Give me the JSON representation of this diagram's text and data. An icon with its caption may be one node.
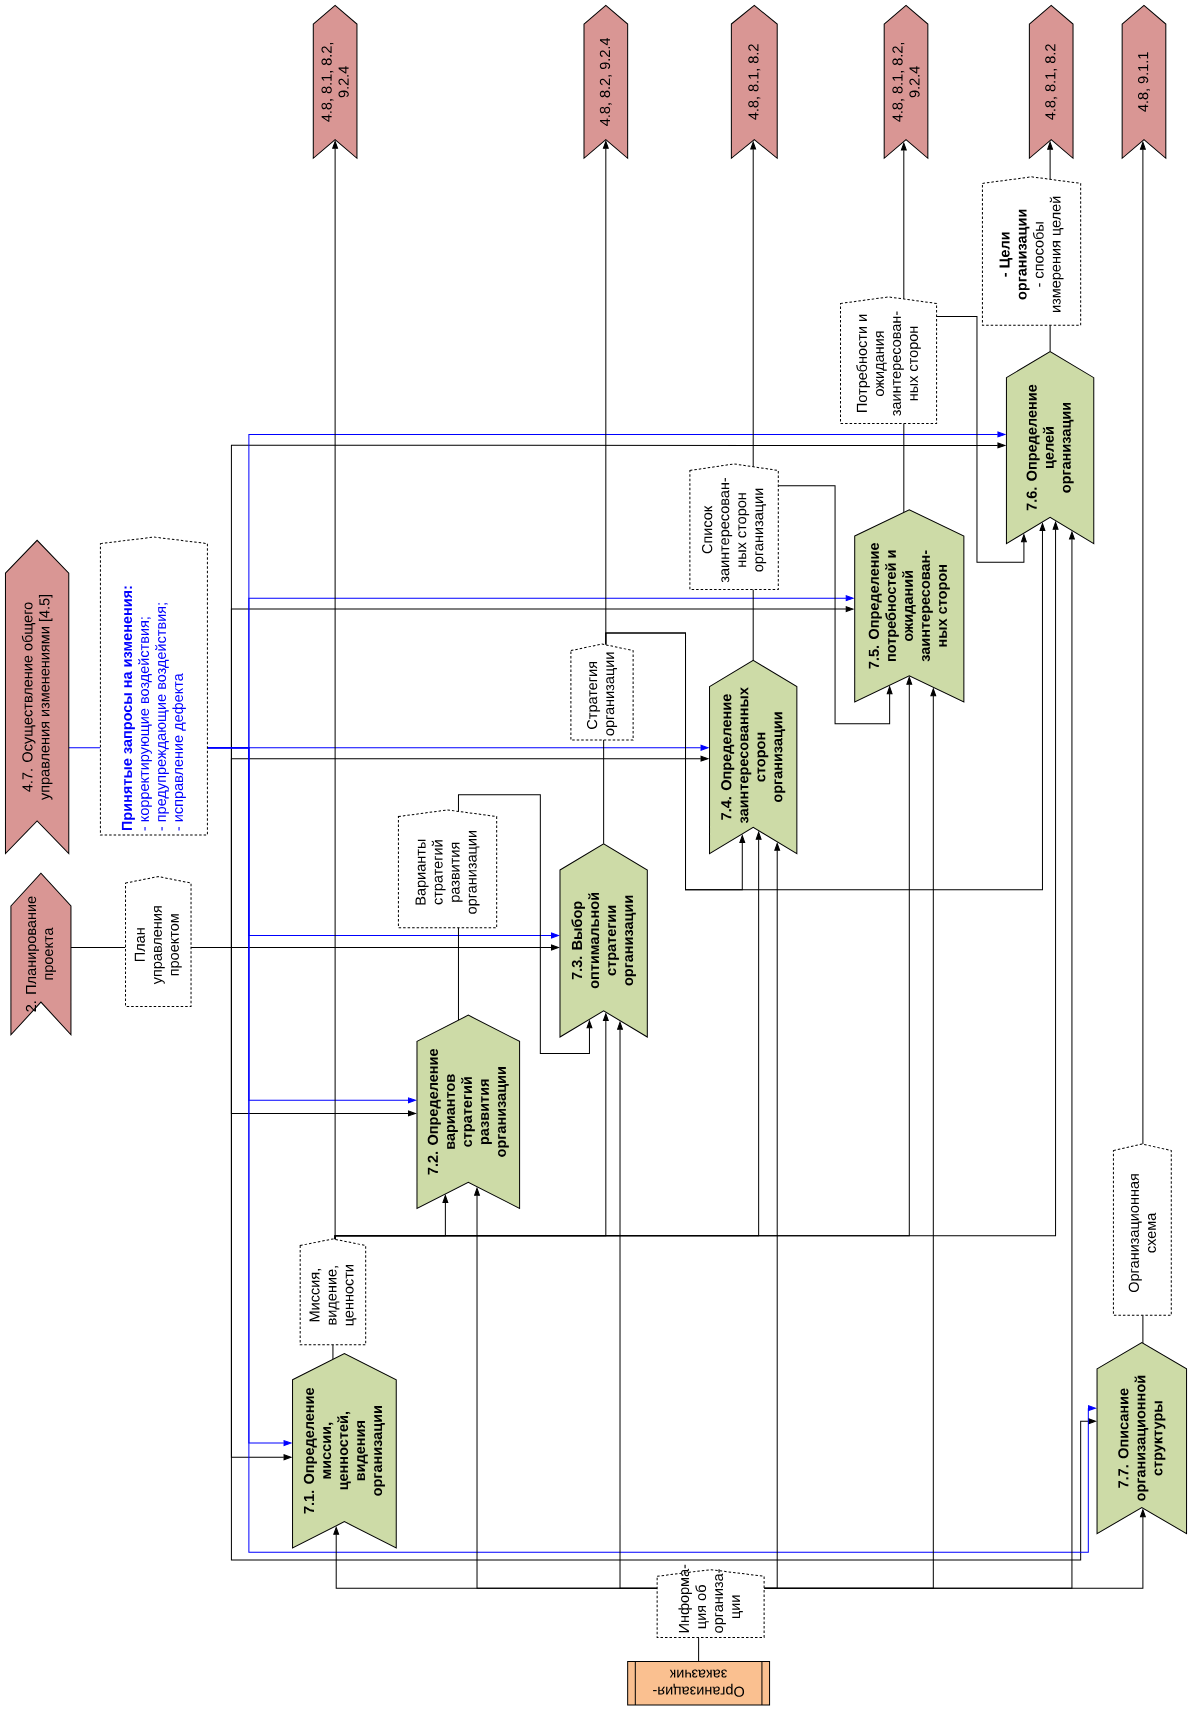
{
  "diagram": {
    "nodes": [
      {
        "text": [
          "2. Планирование проекта"
        ]
      },
      {
        "text": [
          "4.7. Осуществление общего управления изменениями [4.5]"
        ]
      },
      {
        "text": [
          "Принятые запросы на изменения:",
          "- корректирующие воздействия;",
          "- предупреждающие воздействия;",
          "- исправление дефекта"
        ]
      },
      {
        "text": [
          "План управления проектом"
        ]
      },
      {
        "text": [
          "Организация-заказчик"
        ]
      },
      {
        "text": [
          "Информа-ция об организа-ции"
        ]
      },
      {
        "text": [
          "7.1. Определение миссии, ценностей, видения организации"
        ]
      },
      {
        "text": [
          "Миссия, видение, ценности"
        ]
      },
      {
        "text": [
          "7.2. Определение вариантов стратегий развития организации"
        ]
      },
      {
        "text": [
          "Варианты стратегий развития организации"
        ]
      },
      {
        "text": [
          "7.3. Выбор оптимальной стратегии организации"
        ]
      },
      {
        "text": [
          "Стратегия организации"
        ]
      },
      {
        "text": [
          "7.4. Определение заинтересованных сторон организации"
        ]
      },
      {
        "text": [
          "Список заинтересован-ных сторон организации"
        ]
      },
      {
        "text": [
          "7.5. Определение потребностей и ожиданий заинтересован-ных сторон"
        ]
      },
      {
        "text": [
          "Потребности и ожидания заинтересован-ных сторон"
        ]
      },
      {
        "text": [
          "7.6. Определение целей организации"
        ]
      },
      {
        "text": [
          "- Цели организации",
          "- способы измерения целей"
        ]
      },
      {
        "text": [
          "Организационная схема"
        ]
      },
      {
        "text": [
          "7.7. Описание организационной структуры"
        ]
      },
      {
        "text": [
          "4.8, 8.1, 8.2, 9.2.4"
        ]
      },
      {
        "text": [
          "4.8, 8.2, 9.2.4"
        ]
      },
      {
        "text": [
          "4.8, 8.1, 8.2"
        ]
      },
      {
        "text": [
          "4.8, 8.1, 8.2, 9.2.4"
        ]
      },
      {
        "text": [
          "4.8, 8.1, 8.2"
        ]
      },
      {
        "text": [
          "4.8, 9.1.1"
        ]
      }
    ],
    "edges": [
      {
        "from": 0,
        "to": 3,
        "arrow": "none"
      },
      {
        "from": 1,
        "to": 2,
        "arrow": "none",
        "color": "#0000ff"
      },
      {
        "from": 4,
        "to": 5,
        "arrow": "none"
      },
      {
        "from": 3,
        "to": 6,
        "arrow": "to"
      },
      {
        "from": 3,
        "to": 8,
        "arrow": "to"
      },
      {
        "from": 3,
        "to": 10,
        "arrow": "to"
      },
      {
        "from": 3,
        "to": 12,
        "arrow": "to"
      },
      {
        "from": 3,
        "to": 14,
        "arrow": "to"
      },
      {
        "from": 3,
        "to": 16,
        "arrow": "to"
      },
      {
        "from": 3,
        "to": 19,
        "arrow": "to"
      },
      {
        "from": 2,
        "to": 6,
        "arrow": "to",
        "color": "#0000ff"
      },
      {
        "from": 2,
        "to": 8,
        "arrow": "to",
        "color": "#0000ff"
      },
      {
        "from": 2,
        "to": 10,
        "arrow": "to",
        "color": "#0000ff"
      },
      {
        "from": 2,
        "to": 12,
        "arrow": "to",
        "color": "#0000ff"
      },
      {
        "from": 2,
        "to": 14,
        "arrow": "to",
        "color": "#0000ff"
      },
      {
        "from": 2,
        "to": 16,
        "arrow": "to",
        "color": "#0000ff"
      },
      {
        "from": 2,
        "to": 19,
        "arrow": "to",
        "color": "#0000ff"
      },
      {
        "from": 5,
        "to": 6,
        "arrow": "to"
      },
      {
        "from": 5,
        "to": 8,
        "arrow": "to"
      },
      {
        "from": 5,
        "to": 10,
        "arrow": "to"
      },
      {
        "from": 5,
        "to": 12,
        "arrow": "to"
      },
      {
        "from": 5,
        "to": 14,
        "arrow": "to"
      },
      {
        "from": 5,
        "to": 16,
        "arrow": "to"
      },
      {
        "from": 5,
        "to": 19,
        "arrow": "to"
      },
      {
        "from": 6,
        "to": 7,
        "arrow": "none"
      },
      {
        "from": 7,
        "to": 20,
        "arrow": "to"
      },
      {
        "from": 7,
        "to": 8,
        "arrow": "to"
      },
      {
        "from": 7,
        "to": 10,
        "arrow": "to"
      },
      {
        "from": 7,
        "to": 12,
        "arrow": "to"
      },
      {
        "from": 7,
        "to": 14,
        "arrow": "to"
      },
      {
        "from": 7,
        "to": 16,
        "arrow": "to"
      },
      {
        "from": 8,
        "to": 9,
        "arrow": "none"
      },
      {
        "from": 9,
        "to": 10,
        "arrow": "to"
      },
      {
        "from": 10,
        "to": 11,
        "arrow": "none"
      },
      {
        "from": 11,
        "to": 21,
        "arrow": "to"
      },
      {
        "from": 11,
        "to": 12,
        "arrow": "to"
      },
      {
        "from": 11,
        "to": 16,
        "arrow": "to"
      },
      {
        "from": 12,
        "to": 13,
        "arrow": "none"
      },
      {
        "from": 13,
        "to": 22,
        "arrow": "to"
      },
      {
        "from": 13,
        "to": 14,
        "arrow": "to"
      },
      {
        "from": 14,
        "to": 15,
        "arrow": "none"
      },
      {
        "from": 15,
        "to": 23,
        "arrow": "to"
      },
      {
        "from": 15,
        "to": 16,
        "arrow": "to"
      },
      {
        "from": 16,
        "to": 17,
        "arrow": "none"
      },
      {
        "from": 17,
        "to": 24,
        "arrow": "to"
      },
      {
        "from": 19,
        "to": 18,
        "arrow": "none"
      },
      {
        "from": 18,
        "to": 25,
        "arrow": "to"
      }
    ]
  }
}
